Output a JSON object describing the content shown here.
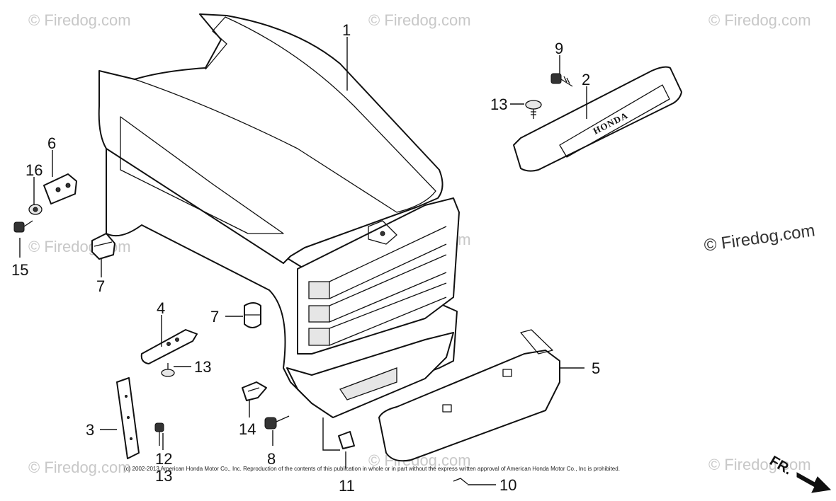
{
  "watermark_text": "Firedog.com",
  "watermark_symbol": "©",
  "watermark_main": "© Firedog.com",
  "copyright_notice": "(c) 2002-2013 American Honda Motor Co., Inc. Reproduction of the contents of this publication in whole or in part without the express written approval of American Honda Motor Co., Inc is prohibited.",
  "brand_label": "HONDA",
  "direction_label": "FR.",
  "callouts": {
    "c1": "1",
    "c2": "2",
    "c3": "3",
    "c4": "4",
    "c5": "5",
    "c6": "6",
    "c7a": "7",
    "c7b": "7",
    "c8": "8",
    "c9": "9",
    "c10": "10",
    "c11": "11",
    "c12": "12",
    "c13a": "13",
    "c13b": "13",
    "c13c": "13",
    "c14": "14",
    "c15": "15",
    "c16": "16"
  }
}
